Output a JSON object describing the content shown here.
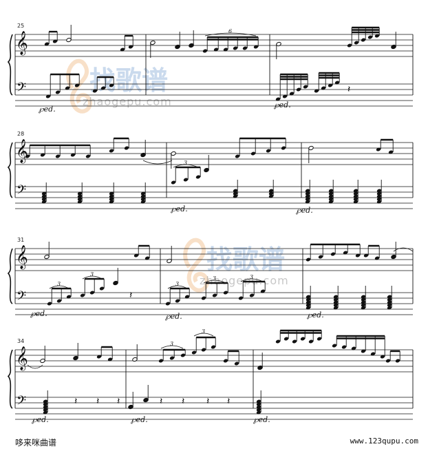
{
  "measure_numbers": [
    "25",
    "28",
    "31",
    "34"
  ],
  "pedal_mark": "℘ed.",
  "tuplet_labels": {
    "sextuplet": "6",
    "triplet": "3"
  },
  "watermark": {
    "brand_cn": "找歌谱",
    "url": "zhaogepu.com"
  },
  "footer": {
    "left": "哆来咪曲谱",
    "right": "www.123qupu.com"
  },
  "colors": {
    "ink": "#111111",
    "watermark_blue": "#9fbde0",
    "watermark_orange": "#f3c79a"
  }
}
